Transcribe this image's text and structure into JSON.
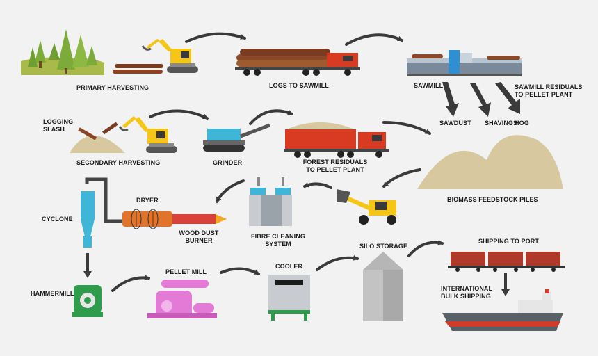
{
  "labels": {
    "primary_harvesting": "PRIMARY HARVESTING",
    "logs_to_sawmill": "LOGS TO SAWMILL",
    "sawmill": "SAWMILL",
    "sawmill_residuals_1": "SAWMILL RESIDUALS",
    "sawmill_residuals_2": "TO PELLET PLANT",
    "sawdust": "SAWDUST",
    "shavings": "SHAVINGS",
    "hog": "HOG",
    "logging_slash_1": "LOGGING",
    "logging_slash_2": "SLASH",
    "secondary_harvesting": "SECONDARY HARVESTING",
    "grinder": "GRINDER",
    "forest_residuals_1": "FOREST RESIDUALS",
    "forest_residuals_2": "TO PELLET PLANT",
    "biomass_piles": "BIOMASS FEEDSTOCK PILES",
    "cyclone": "CYCLONE",
    "dryer": "DRYER",
    "wood_dust_burner_1": "WOOD DUST",
    "wood_dust_burner_2": "BURNER",
    "fibre_cleaning_1": "FIBRE CLEANING",
    "fibre_cleaning_2": "SYSTEM",
    "silo_storage": "SILO STORAGE",
    "shipping_to_port": "SHIPPING TO PORT",
    "hammermill": "HAMMERMILL",
    "pellet_mill": "PELLET MILL",
    "cooler": "COOLER",
    "intl_bulk_1": "INTERNATIONAL",
    "intl_bulk_2": "BULK SHIPPING"
  },
  "colors": {
    "background": "#f2f2f2",
    "arrow": "#3a3a3a",
    "sand": "#d8c8a0",
    "machine_yellow": "#f5c518",
    "truck_red": "#d93a22",
    "cyclone_blue": "#3fb6d8",
    "dryer_orange": "#e0742a",
    "pellet_pink": "#e27ad6",
    "hammermill_green": "#2e9c4c",
    "ship_red": "#d23a2a",
    "tree_green": "#7cab3a"
  }
}
